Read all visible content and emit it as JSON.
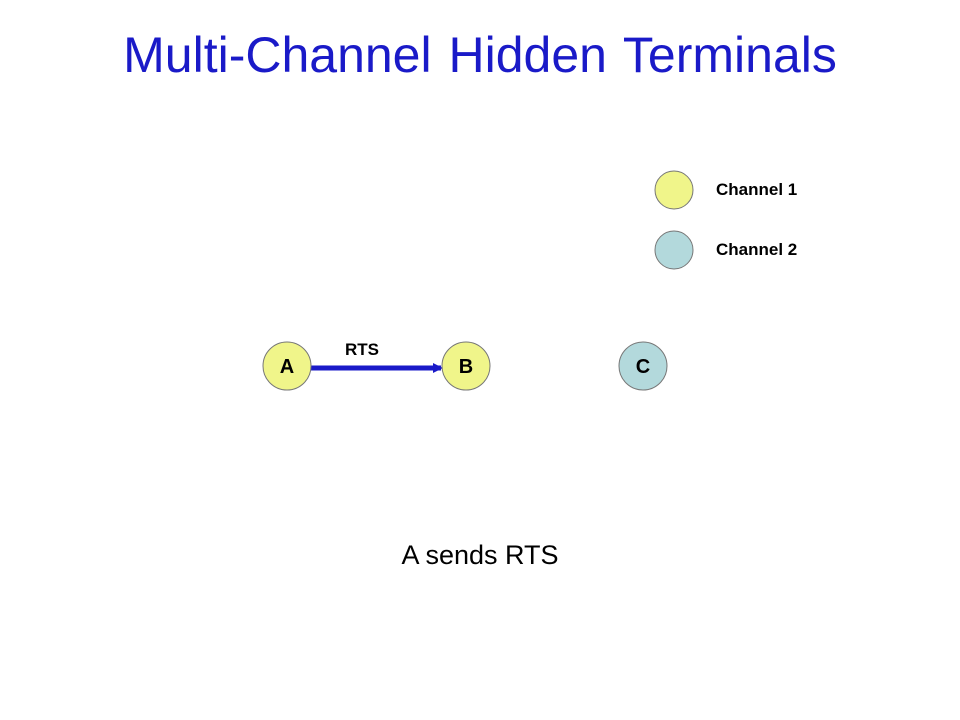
{
  "title": "Multi-Channel Hidden Terminals",
  "legend": [
    {
      "label": "Channel 1",
      "color": "#f0f58a"
    },
    {
      "label": "Channel 2",
      "color": "#b3d9dc"
    }
  ],
  "nodes": [
    {
      "id": "A",
      "label": "A",
      "color": "#f0f58a"
    },
    {
      "id": "B",
      "label": "B",
      "color": "#f0f58a"
    },
    {
      "id": "C",
      "label": "C",
      "color": "#b3d9dc"
    }
  ],
  "arrow": {
    "from": "A",
    "to": "B",
    "label": "RTS",
    "color": "#1a1ac8"
  },
  "caption": "A sends RTS"
}
